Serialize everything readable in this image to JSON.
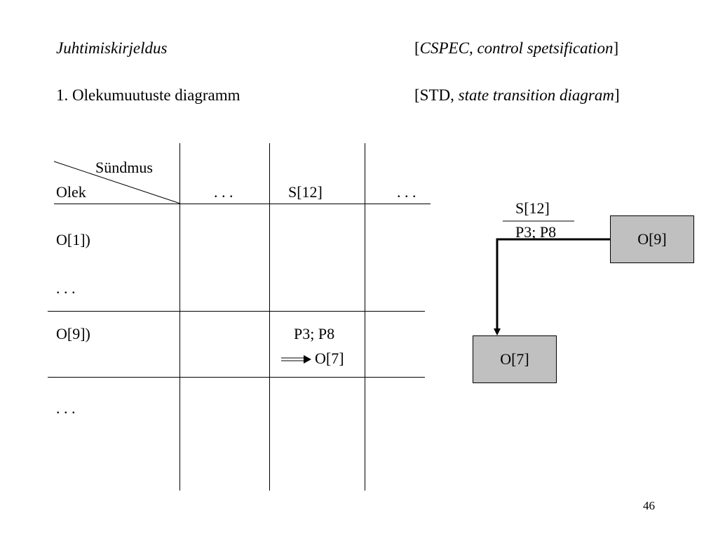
{
  "heading": {
    "left_title": "Juhtimiskirjeldus",
    "right_open": "[",
    "right_italic": "CSPEC, control spetsification",
    "right_close": "]"
  },
  "subheading": {
    "left_title": "1. Olekumuutuste diagramm",
    "right_prefix": "[STD, ",
    "right_italic": "state transition diagram",
    "right_close": "]"
  },
  "table": {
    "corner_event": "Sündmus",
    "corner_state": "Olek",
    "columns": [
      ". . .",
      "S[12]",
      ". . ."
    ],
    "rows": [
      "O[1])",
      ". . .",
      "O[9])",
      ". . ."
    ],
    "cell_action": "P3; P8",
    "cell_next_state": "O[7]"
  },
  "std": {
    "event": "S[12]",
    "action": "P3; P8",
    "source_state": "O[9]",
    "target_state": "O[7]"
  },
  "page_number": "46"
}
